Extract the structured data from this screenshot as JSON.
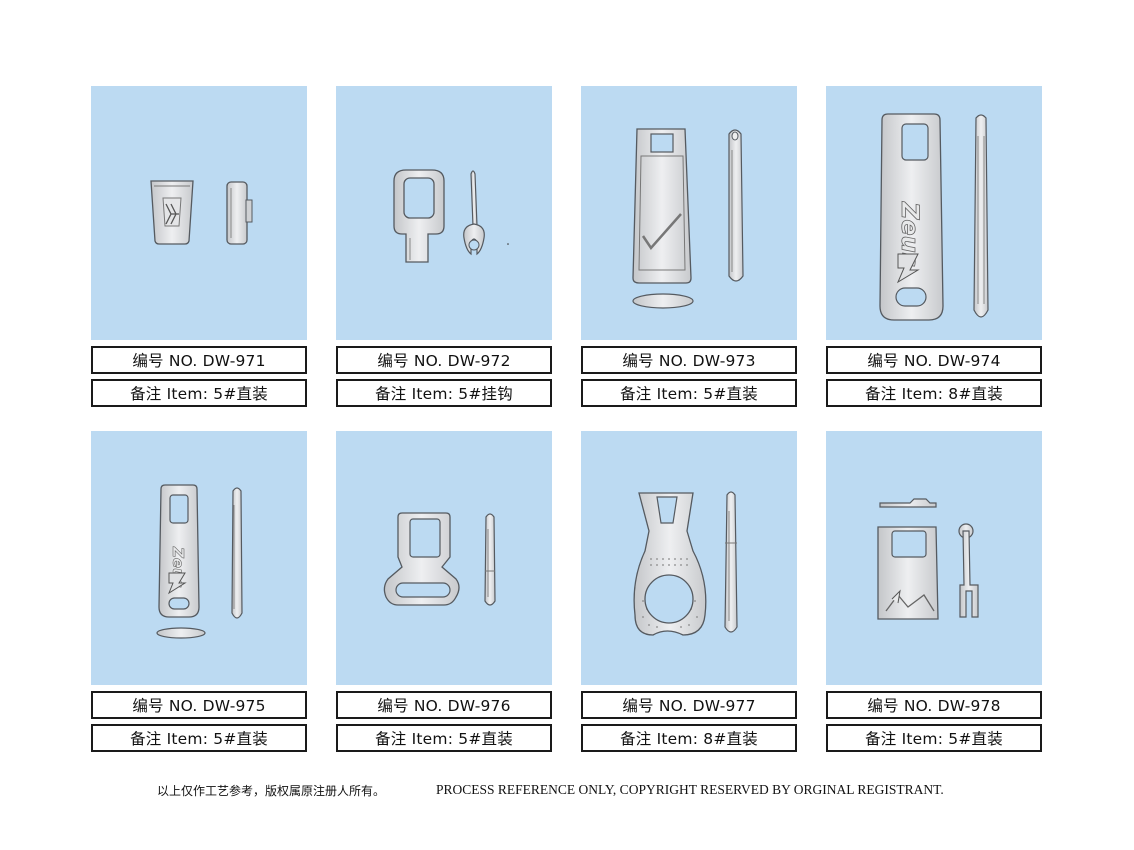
{
  "items": [
    {
      "no_label": "编号 NO.  DW-971",
      "item_label": "备注 Item:  5#直装",
      "icon": "puller-dw-971"
    },
    {
      "no_label": "编号 NO.  DW-972",
      "item_label": "备注 Item:  5#挂钩",
      "icon": "puller-dw-972"
    },
    {
      "no_label": "编号 NO.  DW-973",
      "item_label": "备注 Item:  5#直装",
      "icon": "puller-dw-973"
    },
    {
      "no_label": "编号 NO.  DW-974",
      "item_label": "备注 Item:  8#直装",
      "icon": "puller-dw-974"
    },
    {
      "no_label": "编号 NO.  DW-975",
      "item_label": "备注 Item:  5#直装",
      "icon": "puller-dw-975"
    },
    {
      "no_label": "编号 NO.  DW-976",
      "item_label": "备注 Item:  5#直装",
      "icon": "puller-dw-976"
    },
    {
      "no_label": "编号 NO.  DW-977",
      "item_label": "备注 Item:  8#直装",
      "icon": "puller-dw-977"
    },
    {
      "no_label": "编号 NO.  DW-978",
      "item_label": "备注 Item:  5#直装",
      "icon": "puller-dw-978"
    }
  ],
  "logo_text": "Zeus",
  "footer": {
    "cn": "以上仅作工艺参考，版权属原注册人所有。",
    "en": "PROCESS REFERENCE ONLY, COPYRIGHT RESERVED BY ORGINAL REGISTRANT."
  },
  "colors": {
    "panel": "#bcdaf2",
    "metal": "#d9dadc",
    "outline": "#555a60"
  }
}
